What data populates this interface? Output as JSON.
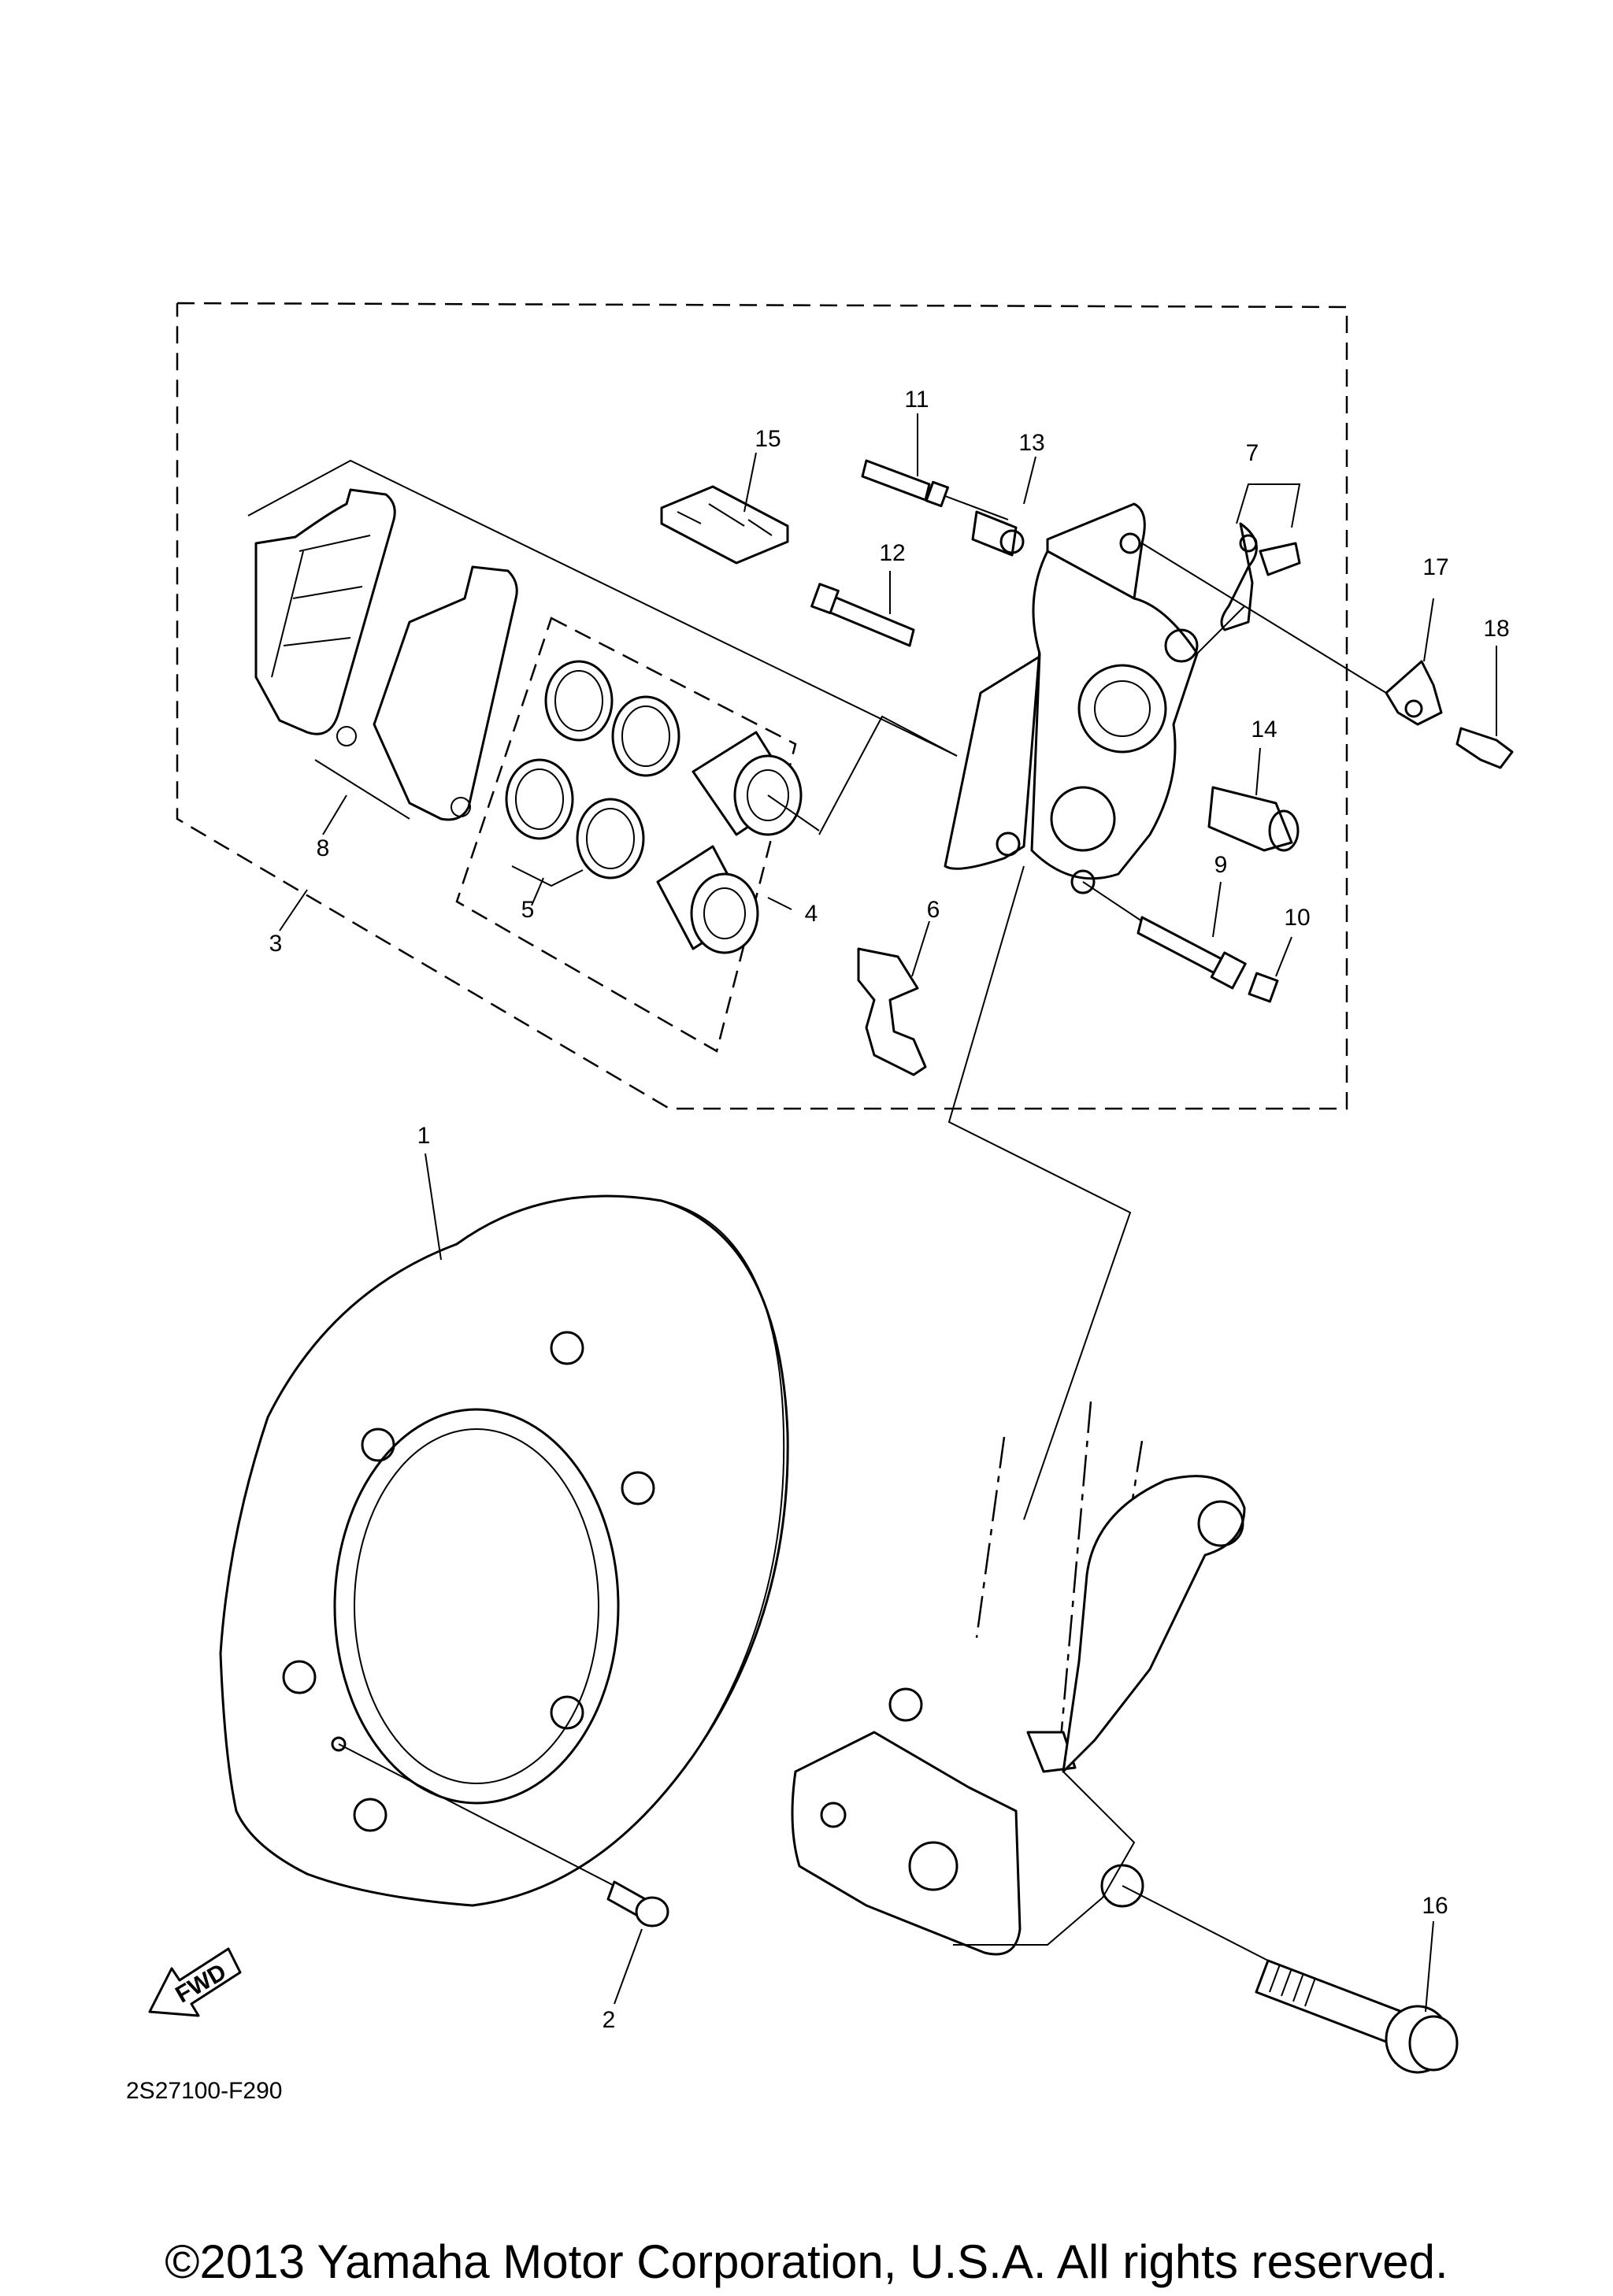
{
  "callouts": [
    "1",
    "2",
    "3",
    "4",
    "5",
    "6",
    "7",
    "8",
    "9",
    "10",
    "11",
    "12",
    "13",
    "14",
    "15",
    "16",
    "17",
    "18"
  ],
  "drawing_number": "2S27100-F290",
  "fwd_label": "FWD",
  "copyright": "©2013 Yamaha Motor Corporation, U.S.A. All rights reserved."
}
